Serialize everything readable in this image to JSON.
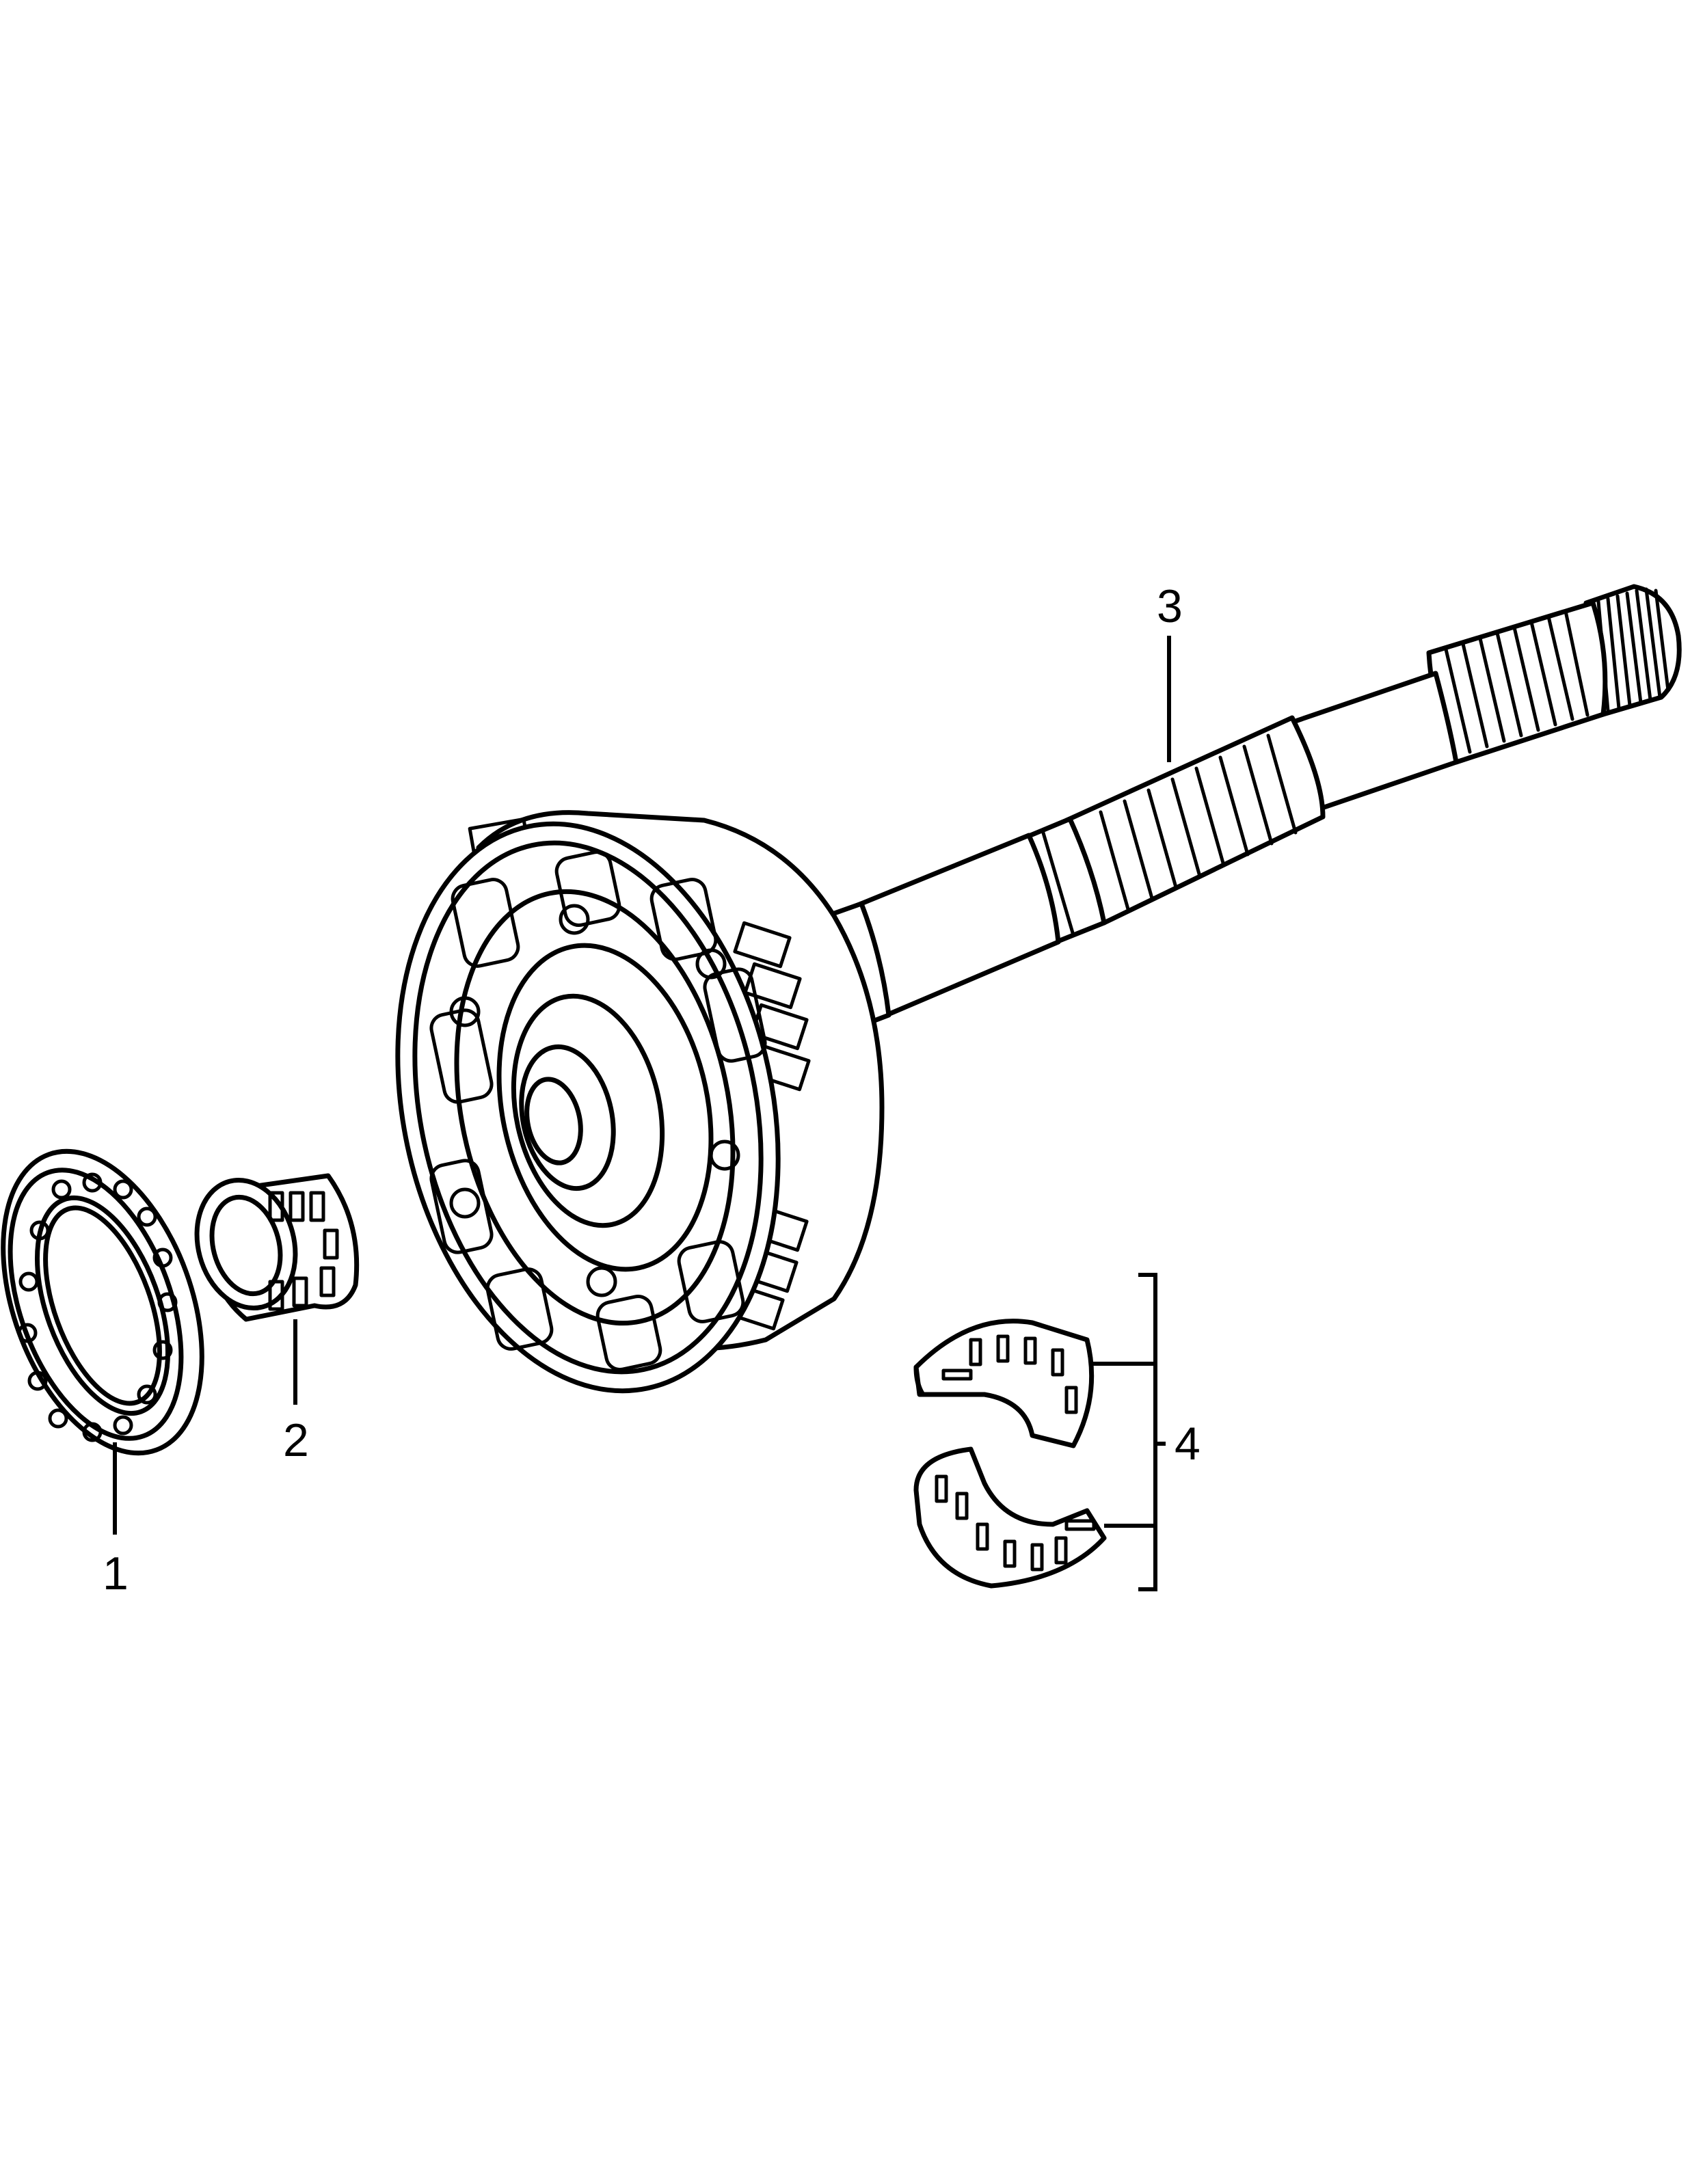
{
  "callouts": {
    "part1": "1",
    "part2": "2",
    "part3": "3",
    "part4": "4"
  },
  "colors": {
    "ink": "#000000",
    "paper": "#ffffff"
  }
}
